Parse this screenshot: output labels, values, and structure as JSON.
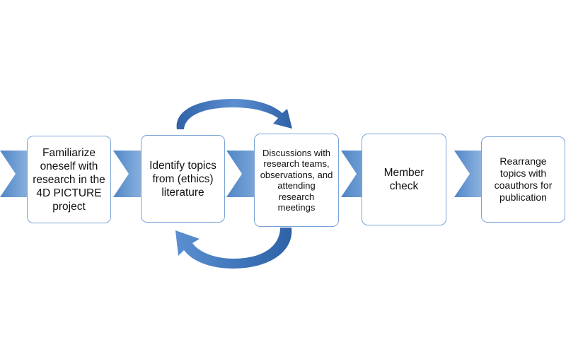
{
  "diagram": {
    "steps": [
      {
        "label": "Familiarize oneself with research in the 4D PICTURE project"
      },
      {
        "label": "Identify topics from (ethics) literature"
      },
      {
        "label": "Discussions with research teams, observations, and attending research meetings"
      },
      {
        "label": "Member check"
      },
      {
        "label": "Rearrange topics with coauthors for publication"
      }
    ],
    "colors": {
      "chevron_dark": "#4f86c6",
      "chevron_light": "#dce9f6",
      "box_border": "#7aa3d6",
      "cycle_arrow": "#3d73b8"
    }
  }
}
